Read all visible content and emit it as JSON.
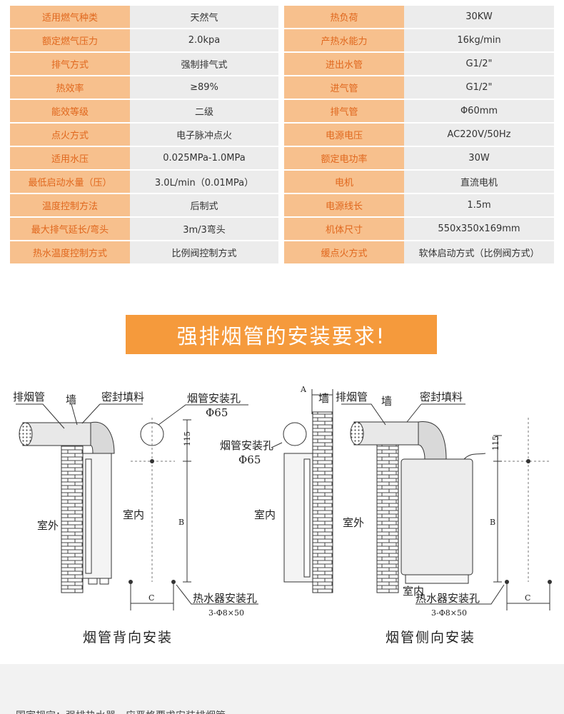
{
  "spec_rows": [
    {
      "k1": "适用燃气种类",
      "v1": "天然气",
      "k2": "热负荷",
      "v2": "30KW"
    },
    {
      "k1": "额定燃气压力",
      "v1": "2.0kpa",
      "k2": "产热水能力",
      "v2": "16kg/min"
    },
    {
      "k1": "排气方式",
      "v1": "强制排气式",
      "k2": "进出水管",
      "v2": "G1/2\""
    },
    {
      "k1": "热效率",
      "v1": "≥89%",
      "k2": "进气管",
      "v2": "G1/2\""
    },
    {
      "k1": "能效等级",
      "v1": "二级",
      "k2": "排气管",
      "v2": "Φ60mm"
    },
    {
      "k1": "点火方式",
      "v1": "电子脉冲点火",
      "k2": "电源电压",
      "v2": "AC220V/50Hz"
    },
    {
      "k1": "适用水压",
      "v1": "0.025MPa-1.0MPa",
      "k2": "额定电功率",
      "v2": "30W"
    },
    {
      "k1": "最低启动水量（压）",
      "v1": "3.0L/min（0.01MPa）",
      "k2": "电机",
      "v2": "直流电机"
    },
    {
      "k1": "温度控制方法",
      "v1": "后制式",
      "k2": "电源线长",
      "v2": "1.5m"
    },
    {
      "k1": "最大排气延长/弯头",
      "v1": "3m/3弯头",
      "k2": "机体尺寸",
      "v2": "550x350x169mm"
    },
    {
      "k1": "热水温度控制方式",
      "v1": "比例阀控制方式",
      "k2": "缓点火方式",
      "v2": "软体启动方式（比例阀方式）"
    }
  ],
  "banner_title": "强排烟管的安装要求!",
  "diagram": {
    "left": {
      "flue_label": "排烟管",
      "wall_label": "墙",
      "seal_label": "密封填料",
      "hole_label": "烟管安装孔",
      "hole_dim": "Φ65",
      "outdoor_label": "室外",
      "indoor_label": "室内",
      "dim_115": "115",
      "dim_b": "B",
      "dim_c": "C",
      "mount_label": "热水器安装孔",
      "mount_dim": "3-Φ8×50",
      "caption": "烟管背向安装"
    },
    "right": {
      "dim_a": "A",
      "wall_label_mid": "墙",
      "hole_label": "烟管安装孔",
      "hole_dim": "Φ65",
      "indoor_label_mid": "室内",
      "flue_label": "排烟管",
      "wall_label": "墙",
      "seal_label": "密封填料",
      "outdoor_label": "室外",
      "indoor_label": "室内",
      "dim_115": "115",
      "dim_b": "B",
      "dim_c": "C",
      "mount_label": "热水器安装孔",
      "mount_dim": "3-Φ8×50",
      "caption": "烟管侧向安装"
    }
  },
  "bottom_note": "国家规定：强排热水器，应严格要求安装排烟管"
}
